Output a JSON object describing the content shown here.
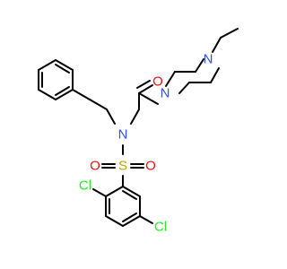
{
  "molecule": {
    "atom_labels": {
      "o_carbonyl": "O",
      "n_piperazine_amide": "N",
      "n_piperazine_ethyl": "N",
      "n_sulfonamide": "N",
      "s_sulfonyl": "S",
      "o_sulfonyl_left": "O",
      "o_sulfonyl_right": "O",
      "cl_ortho": "Cl",
      "cl_meta": "Cl"
    },
    "colors": {
      "bond": "#000000",
      "nitrogen": "#3050F8",
      "oxygen": "#FF0D0D",
      "sulfur": "#B8A800",
      "chlorine": "#1FF01F"
    }
  }
}
